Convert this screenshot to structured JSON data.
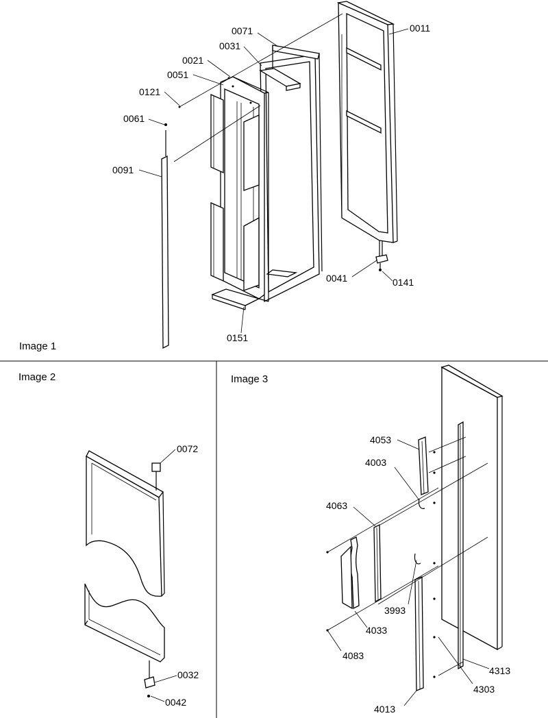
{
  "panels": [
    {
      "title": "Image 1"
    },
    {
      "title": "Image 2"
    },
    {
      "title": "Image 3"
    }
  ],
  "callouts": {
    "c0011": "0011",
    "c0071": "0071",
    "c0031": "0031",
    "c0021": "0021",
    "c0051": "0051",
    "c0121": "0121",
    "c0061": "0061",
    "c0091": "0091",
    "c0041": "0041",
    "c0141": "0141",
    "c0151": "0151",
    "c0072": "0072",
    "c0032": "0032",
    "c0042": "0042",
    "c4053": "4053",
    "c4003": "4003",
    "c4063": "4063",
    "c3993": "3993",
    "c4033": "4033",
    "c4083": "4083",
    "c4313": "4313",
    "c4303": "4303",
    "c4013": "4013"
  }
}
